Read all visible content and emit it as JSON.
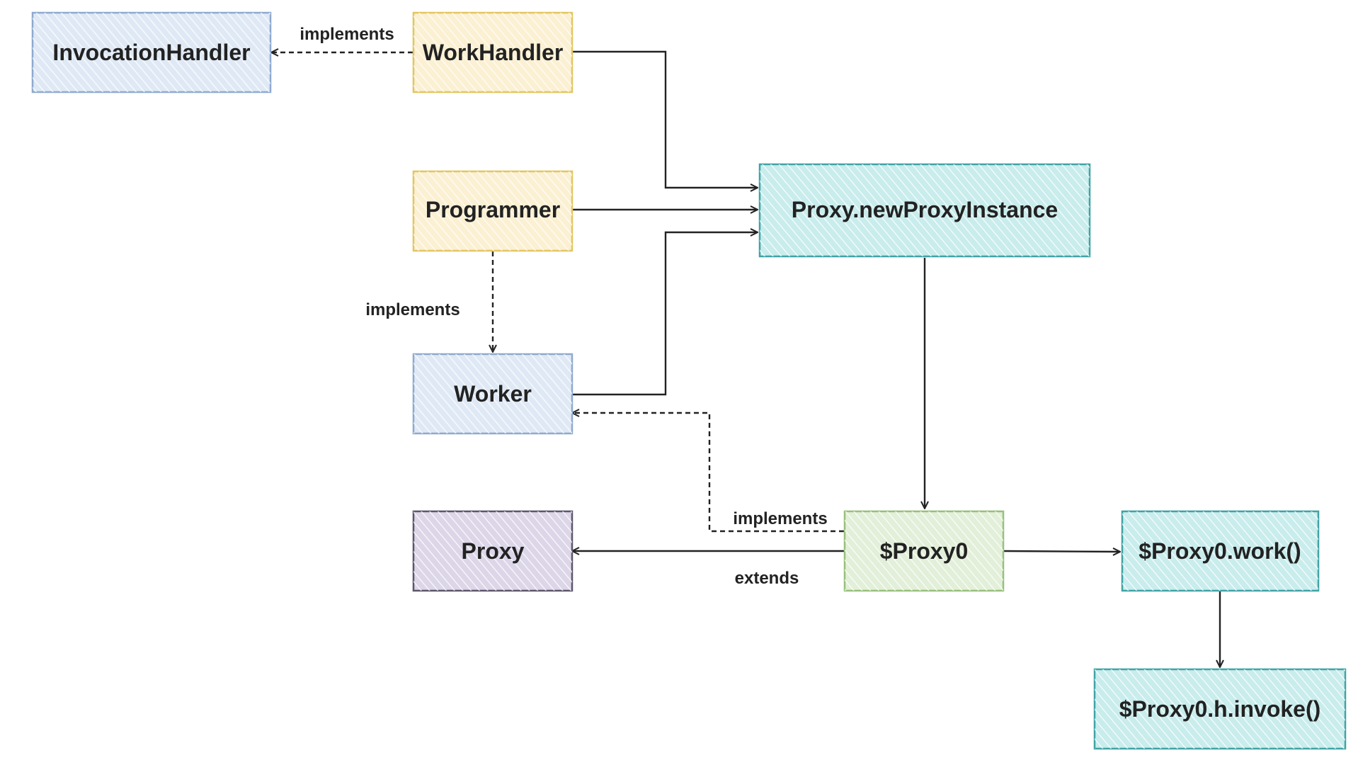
{
  "nodes": {
    "invocation_handler": {
      "label": "InvocationHandler",
      "fill": "#dfe9f5",
      "stroke": "#8ea9cf"
    },
    "work_handler": {
      "label": "WorkHandler",
      "fill": "#fbf0d2",
      "stroke": "#e3c560"
    },
    "programmer": {
      "label": "Programmer",
      "fill": "#fbf0d2",
      "stroke": "#e3c560"
    },
    "worker": {
      "label": "Worker",
      "fill": "#dfe9f5",
      "stroke": "#8ea9cf"
    },
    "proxy_new_instance": {
      "label": "Proxy.newProxyInstance",
      "fill": "#c9ecec",
      "stroke": "#3fa3a6"
    },
    "proxy": {
      "label": "Proxy",
      "fill": "#dcd6e8",
      "stroke": "#5b566a"
    },
    "proxy0": {
      "label": "$Proxy0",
      "fill": "#e2efd9",
      "stroke": "#97c07a"
    },
    "proxy0_work": {
      "label": "$Proxy0.work()",
      "fill": "#c9ecec",
      "stroke": "#3fa3a6"
    },
    "proxy0_invoke": {
      "label": "$Proxy0.h.invoke()",
      "fill": "#c9ecec",
      "stroke": "#3fa3a6"
    }
  },
  "edges": {
    "workhandler_implements": {
      "label": "implements"
    },
    "programmer_implements": {
      "label": "implements"
    },
    "proxy0_implements": {
      "label": "implements"
    },
    "proxy0_extends": {
      "label": "extends"
    }
  },
  "colors": {
    "line": "#222222",
    "text": "#222222",
    "background": "#ffffff"
  }
}
